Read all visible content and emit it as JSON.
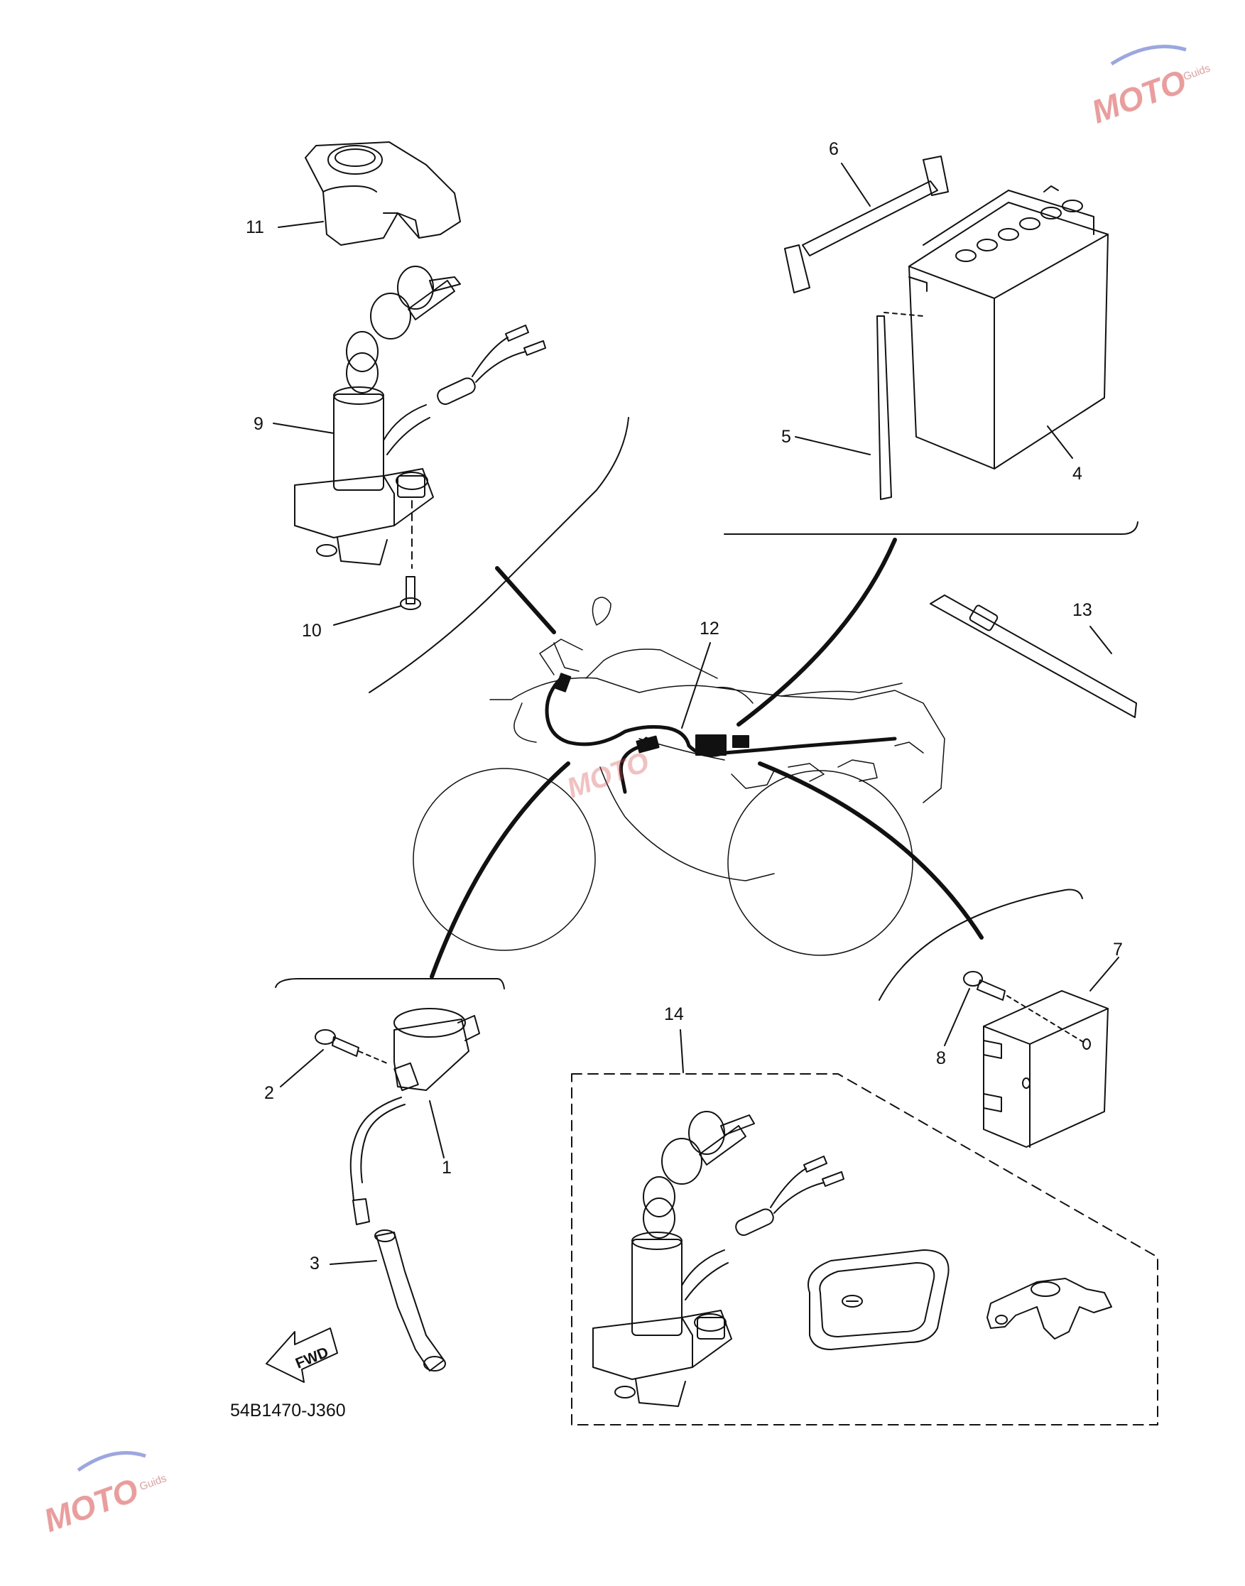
{
  "diagram": {
    "callouts": [
      {
        "id": "1",
        "label": "1"
      },
      {
        "id": "2",
        "label": "2"
      },
      {
        "id": "3",
        "label": "3"
      },
      {
        "id": "4",
        "label": "4"
      },
      {
        "id": "5",
        "label": "5"
      },
      {
        "id": "6",
        "label": "6"
      },
      {
        "id": "7",
        "label": "7"
      },
      {
        "id": "8",
        "label": "8"
      },
      {
        "id": "9",
        "label": "9"
      },
      {
        "id": "10",
        "label": "10"
      },
      {
        "id": "11",
        "label": "11"
      },
      {
        "id": "12",
        "label": "12"
      },
      {
        "id": "13",
        "label": "13"
      },
      {
        "id": "14",
        "label": "14"
      }
    ],
    "direction_arrow": "FWD",
    "reference_code": "54B1470-J360"
  },
  "watermark": {
    "brand": "MOTO",
    "suffix": "Guids"
  },
  "colors": {
    "line": "#111111",
    "background": "#ffffff",
    "watermark_red": "#e04a4a",
    "watermark_blue": "#4a5fd0"
  }
}
